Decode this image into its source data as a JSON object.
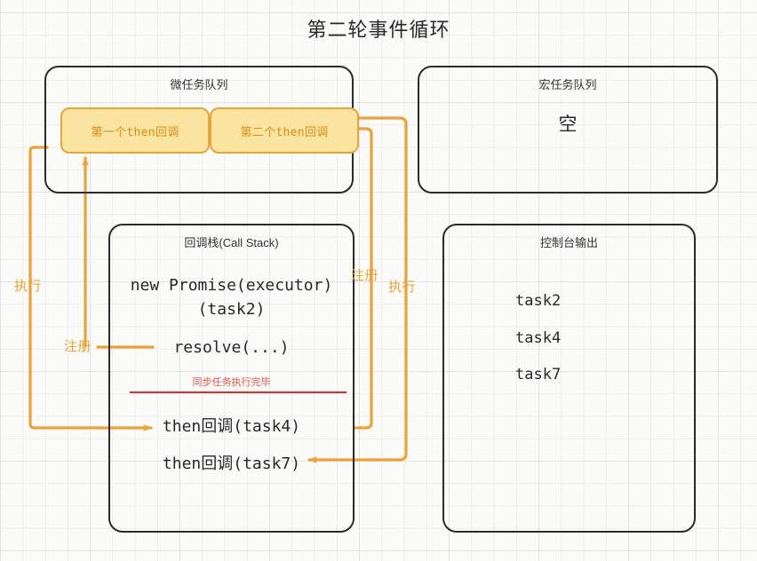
{
  "title": "第二轮事件循环",
  "panels": {
    "microtask": {
      "title": "微任务队列",
      "items": [
        {
          "label": "第一个then回调"
        },
        {
          "label": "第二个then回调"
        }
      ]
    },
    "macrotask": {
      "title": "宏任务队列",
      "empty_label": "空"
    },
    "callstack": {
      "title": "回调栈(Call Stack)",
      "lines": [
        "new Promise(executor)",
        "(task2)",
        "resolve(...)",
        "then回调(task4)",
        "then回调(task7)"
      ],
      "note": "同步任务执行完毕"
    },
    "console": {
      "title": "控制台输出",
      "lines": [
        "task2",
        "task4",
        "task7"
      ]
    }
  },
  "arrows": {
    "exec_left": "执行",
    "register_left": "注册",
    "register_right": "注册",
    "exec_right": "执行"
  },
  "colors": {
    "accent_orange": "#e8a33d",
    "microtask_fill": "#fbe4a0",
    "microtask_text": "#d98b1a",
    "note_red": "#d9302c",
    "stroke_dark": "#2b2b2b",
    "background": "#fbfbfa"
  }
}
